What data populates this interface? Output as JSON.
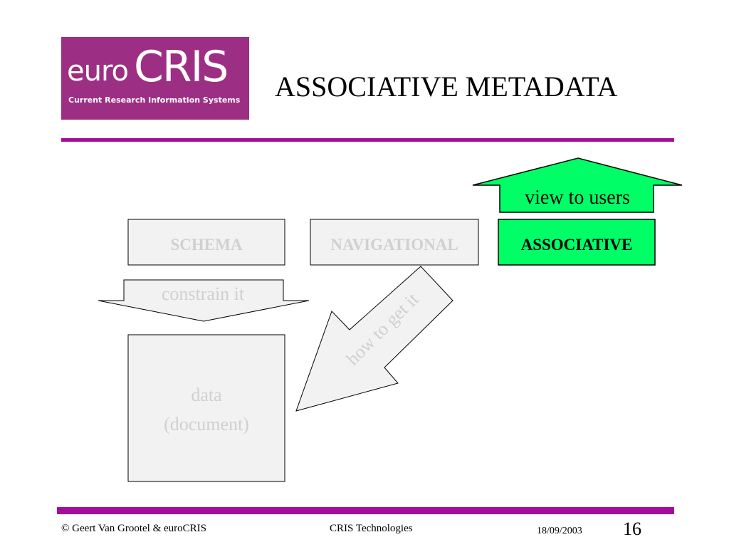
{
  "logo": {
    "euro": "euro",
    "cris": "CRIS",
    "subtitle": "Current Research Information Systems"
  },
  "title": "ASSOCIATIVE METADATA",
  "colors": {
    "accent": "#a40d9b",
    "logo_bg": "#9c2f83",
    "highlight": "#00ff66",
    "inactive_fill": "#f2f2f2",
    "inactive_text": "#d0d0d0"
  },
  "diagram": {
    "schema": "SCHEMA",
    "navigational": "NAVIGATIONAL",
    "associative": "ASSOCIATIVE",
    "view_to_users": "view to users",
    "constrain_it": "constrain it",
    "how_to_get_it": "how to get it",
    "data_line1": "data",
    "data_line2": "(document)"
  },
  "footer": {
    "copyright": "© Geert Van Grootel & euroCRIS",
    "center": "CRIS Technologies",
    "date": "18/09/2003",
    "page": "16"
  }
}
